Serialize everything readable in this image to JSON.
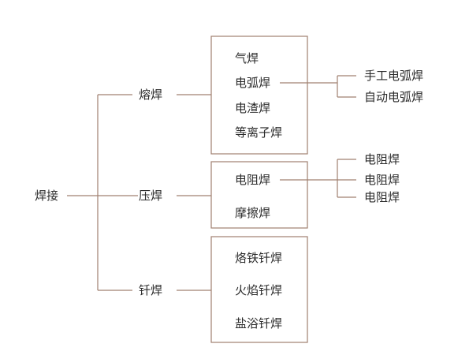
{
  "diagram": {
    "root": {
      "label": "焊接"
    },
    "categories": [
      {
        "label": "熔焊",
        "methods": [
          "气焊",
          "电弧焊",
          "电渣焊",
          "等离子焊"
        ],
        "subtypes": [
          "手工电弧焊",
          "自动电弧焊"
        ]
      },
      {
        "label": "压焊",
        "methods": [
          "电阻焊",
          "摩擦焊"
        ],
        "subtypes": [
          "电阻焊",
          "电阻焊",
          "电阻焊"
        ]
      },
      {
        "label": "钎焊",
        "methods": [
          "烙铁钎焊",
          "火焰钎焊",
          "盐浴钎焊"
        ],
        "subtypes": []
      }
    ]
  }
}
